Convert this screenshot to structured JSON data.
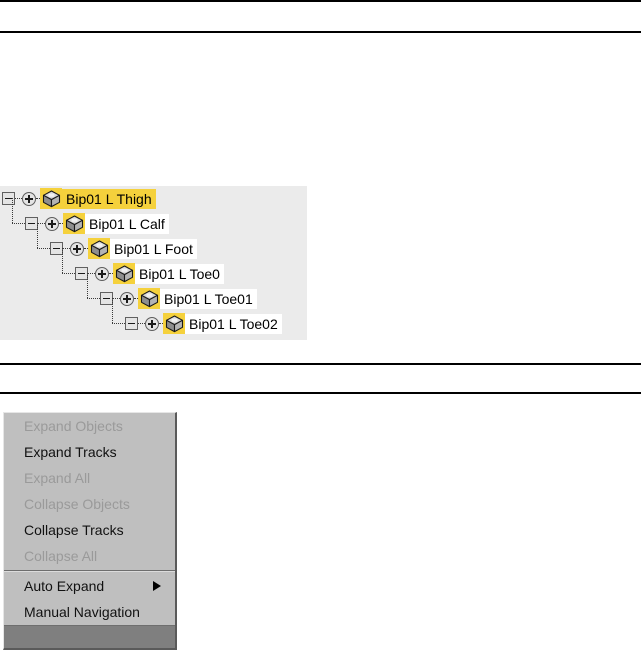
{
  "rules": {
    "top": "",
    "second": "",
    "third": "",
    "fourth": ""
  },
  "tree": {
    "name": "biped-bone-hierarchy",
    "background": "#ebebeb",
    "highlight_color": "#f5d13c",
    "nodes": [
      {
        "label": "Bip01 L Thigh",
        "depth": 0,
        "expander": "minus",
        "adder": "plus",
        "icon": "cube-icon",
        "selected": true,
        "icon_highlighted": true
      },
      {
        "label": "Bip01 L Calf",
        "depth": 1,
        "expander": "minus",
        "adder": "plus",
        "icon": "cube-icon",
        "selected": false,
        "icon_highlighted": true
      },
      {
        "label": "Bip01 L Foot",
        "depth": 2,
        "expander": "minus",
        "adder": "plus",
        "icon": "cube-icon",
        "selected": false,
        "icon_highlighted": true
      },
      {
        "label": "Bip01 L Toe0",
        "depth": 3,
        "expander": "minus",
        "adder": "plus",
        "icon": "cube-icon",
        "selected": false,
        "icon_highlighted": true
      },
      {
        "label": "Bip01 L Toe01",
        "depth": 4,
        "expander": "minus",
        "adder": "plus",
        "icon": "cube-icon",
        "selected": false,
        "icon_highlighted": true
      },
      {
        "label": "Bip01 L Toe02",
        "depth": 5,
        "expander": "minus",
        "adder": "plus",
        "icon": "cube-icon",
        "selected": false,
        "icon_highlighted": true
      }
    ]
  },
  "context_menu": {
    "name": "track-view-expand-menu",
    "items": [
      {
        "label": "Expand Objects",
        "enabled": false,
        "submenu": false
      },
      {
        "label": "Expand Tracks",
        "enabled": true,
        "submenu": false
      },
      {
        "label": "Expand All",
        "enabled": false,
        "submenu": false
      },
      {
        "label": "Collapse Objects",
        "enabled": false,
        "submenu": false
      },
      {
        "label": "Collapse Tracks",
        "enabled": true,
        "submenu": false
      },
      {
        "label": "Collapse All",
        "enabled": false,
        "submenu": false
      },
      {
        "label": "Auto Expand",
        "enabled": true,
        "submenu": true
      },
      {
        "label": "Manual Navigation",
        "enabled": true,
        "submenu": false
      }
    ],
    "separator_after_index": 5,
    "footer": ""
  }
}
